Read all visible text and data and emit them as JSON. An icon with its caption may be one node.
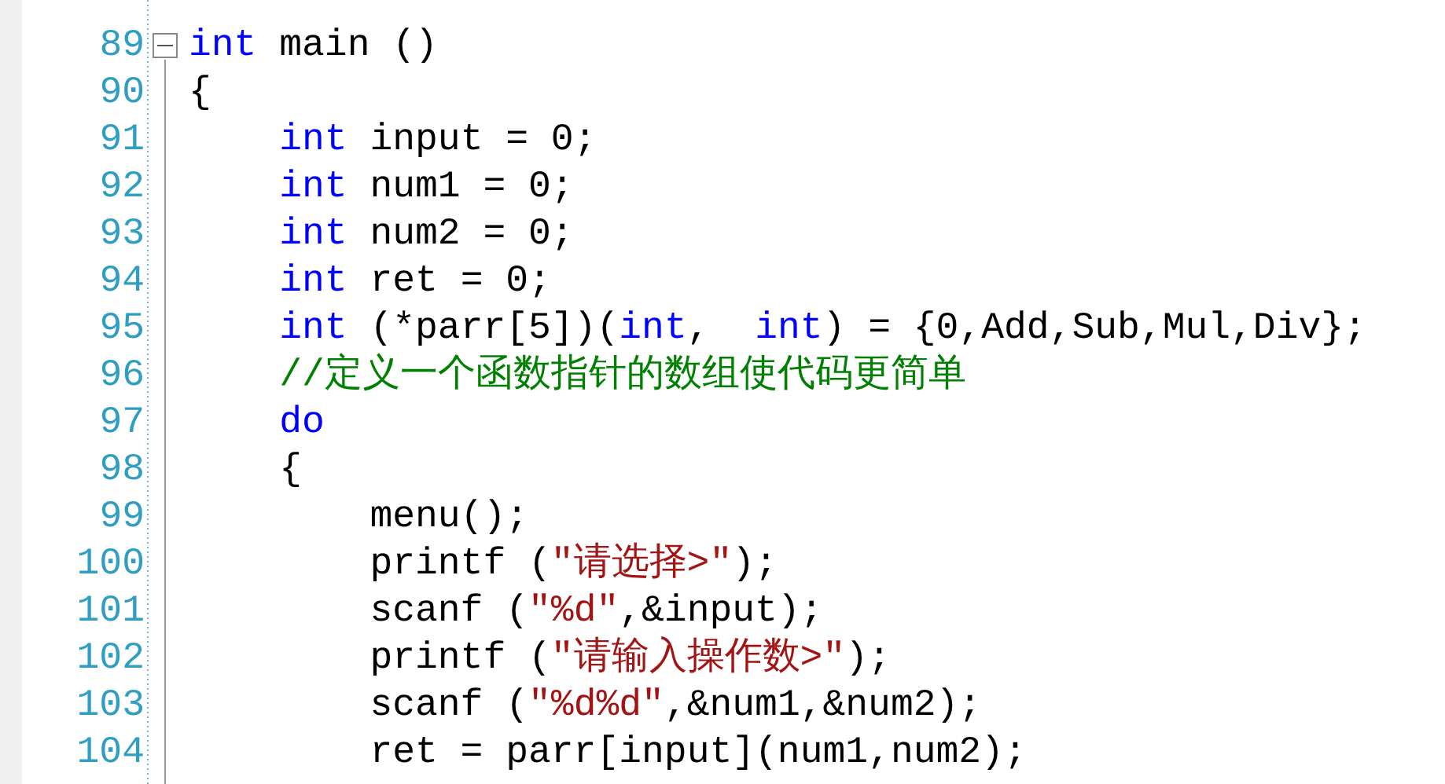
{
  "diagram": {
    "labels": [
      "89",
      "int",
      "main ()",
      "90",
      "{",
      "91",
      "int",
      "input = 0;",
      "92",
      "int",
      "num1 = 0;",
      "93",
      "int",
      "num2 = 0;",
      "94",
      "int",
      "ret = 0;",
      "95",
      "int",
      "(*parr[5])(",
      "int",
      ",",
      "int",
      ") = {0,Add,Sub,Mul,Div};",
      "96",
      "//定义一个函数指针的数组使代码更简单",
      "97",
      "do",
      "98",
      "{",
      "99",
      "menu();",
      "100",
      "printf (",
      "\"请选择>\"",
      ");",
      "101",
      "scanf (",
      "\"%d\"",
      ",&input);",
      "102",
      "printf (",
      "\"请输入操作数>\"",
      ");",
      "103",
      "scanf (",
      "\"%d%d\"",
      ",&num1,&num2);",
      "104",
      "ret = parr[input](num1,num2);"
    ]
  }
}
